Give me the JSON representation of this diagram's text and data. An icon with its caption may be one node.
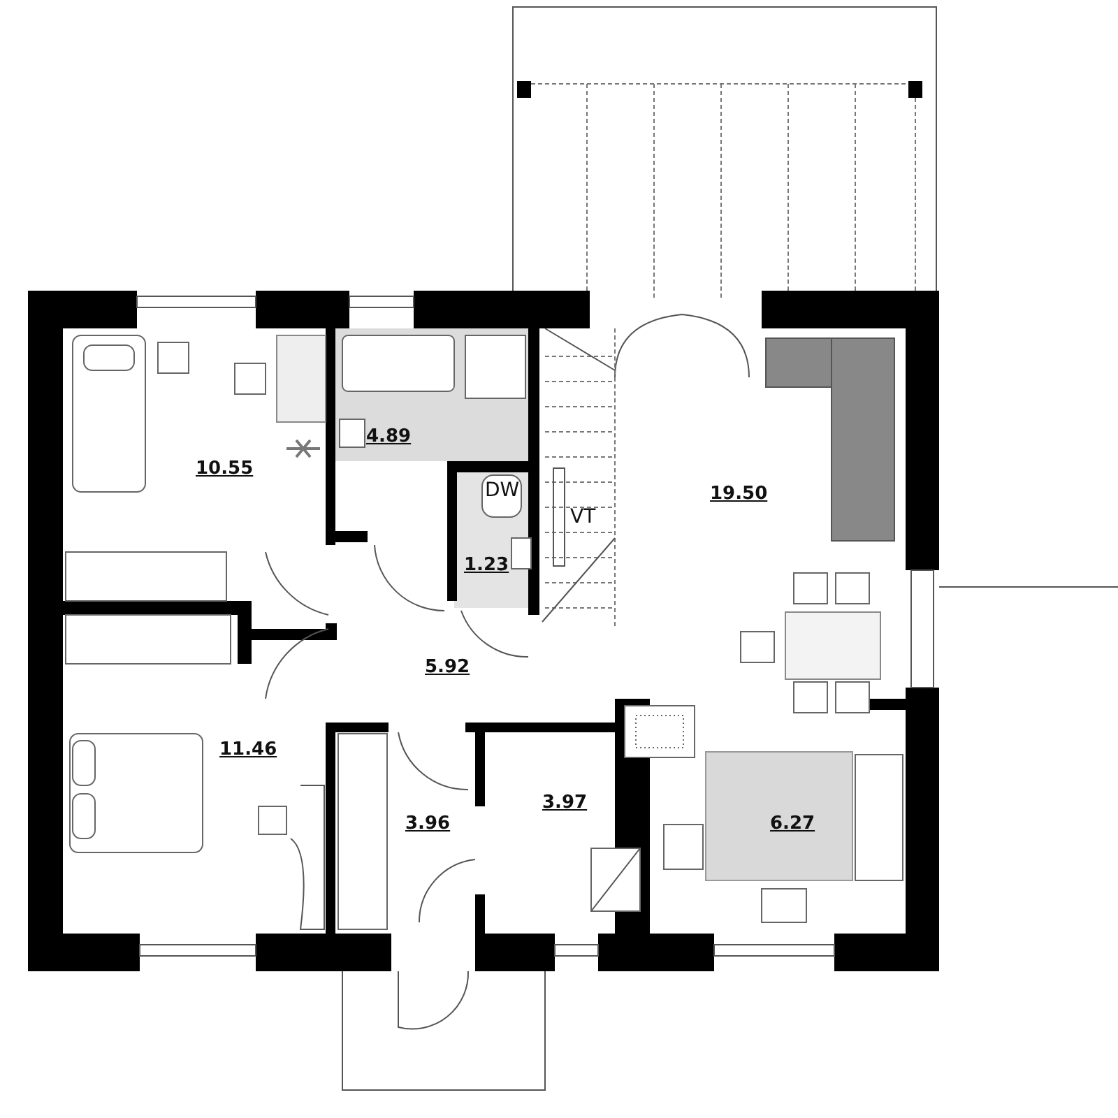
{
  "diagram": {
    "nodes": [
      {
        "text": [
          "10.55"
        ]
      },
      {
        "text": [
          "4.89"
        ]
      },
      {
        "text": [
          "1.23"
        ]
      },
      {
        "text": [
          "19.50"
        ]
      },
      {
        "text": [
          "5.92"
        ]
      },
      {
        "text": [
          "11.46"
        ]
      },
      {
        "text": [
          "3.96"
        ]
      },
      {
        "text": [
          "3.97"
        ]
      },
      {
        "text": [
          "6.27"
        ]
      }
    ],
    "edges": [],
    "labels": [
      "DW",
      "VT"
    ]
  }
}
